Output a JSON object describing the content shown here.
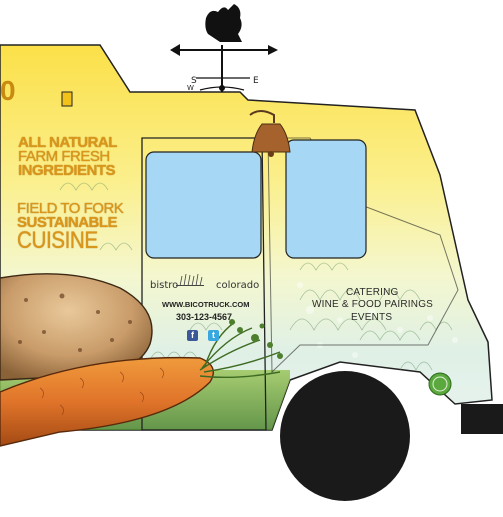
{
  "slogan": {
    "line1": "ALL NATURAL",
    "line2": "FARM FRESH",
    "line3": "INGREDIENTS",
    "line4": "FIELD TO FORK",
    "line5": "SUSTAINABLE",
    "line6": "CUISINE"
  },
  "badge_text": "0",
  "brand": {
    "left": "bistro",
    "right": "colorado",
    "website": "WWW.BICOTRUCK.COM",
    "phone": "303-123-4567"
  },
  "services": [
    "CATERING",
    "WINE & FOOD PAIRINGS",
    "EVENTS"
  ],
  "social": {
    "facebook": "f",
    "twitter": "t"
  },
  "weathervane": {
    "south": "S",
    "west": "W",
    "east": "E"
  },
  "colors": {
    "slogan_orange": "#d9961a",
    "truck_yellow": "#fbe35a",
    "window_blue": "#a6d7f5",
    "herb_green": "#5a9a3a",
    "tire": "#1a1a1a"
  },
  "icons": [
    "rooster-weathervane-icon",
    "arrow-icon",
    "bell-icon",
    "potato-icon",
    "carrot-icon",
    "facebook-icon",
    "twitter-icon",
    "organic-seal-icon"
  ]
}
